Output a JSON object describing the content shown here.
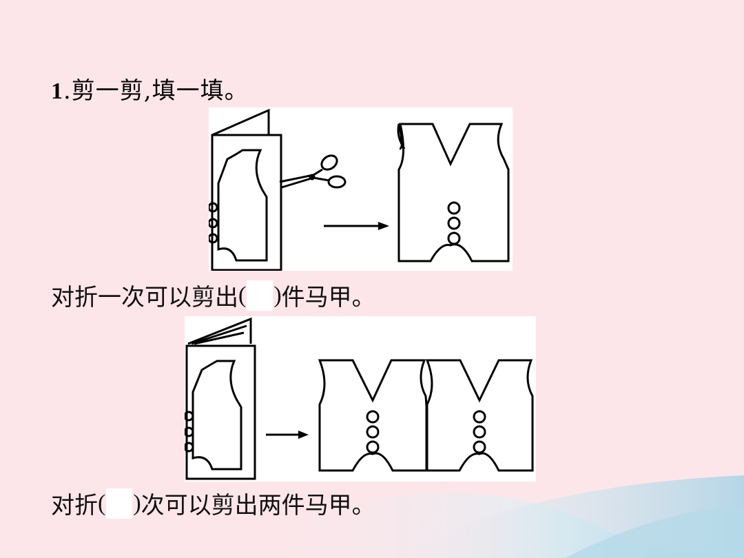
{
  "question": {
    "number": "1",
    "title": ".剪一剪,填一填。"
  },
  "line1": {
    "before": "对折一次可以剪出",
    "open_paren": "(",
    "close_paren": ")",
    "after": "件马甲。"
  },
  "line2": {
    "before": "对折",
    "open_paren": "(",
    "close_paren": ")",
    "after": "次可以剪出两件马甲。"
  },
  "icons": [
    "scissors-icon",
    "arrow-right-icon",
    "folded-paper-icon",
    "vest-icon"
  ]
}
